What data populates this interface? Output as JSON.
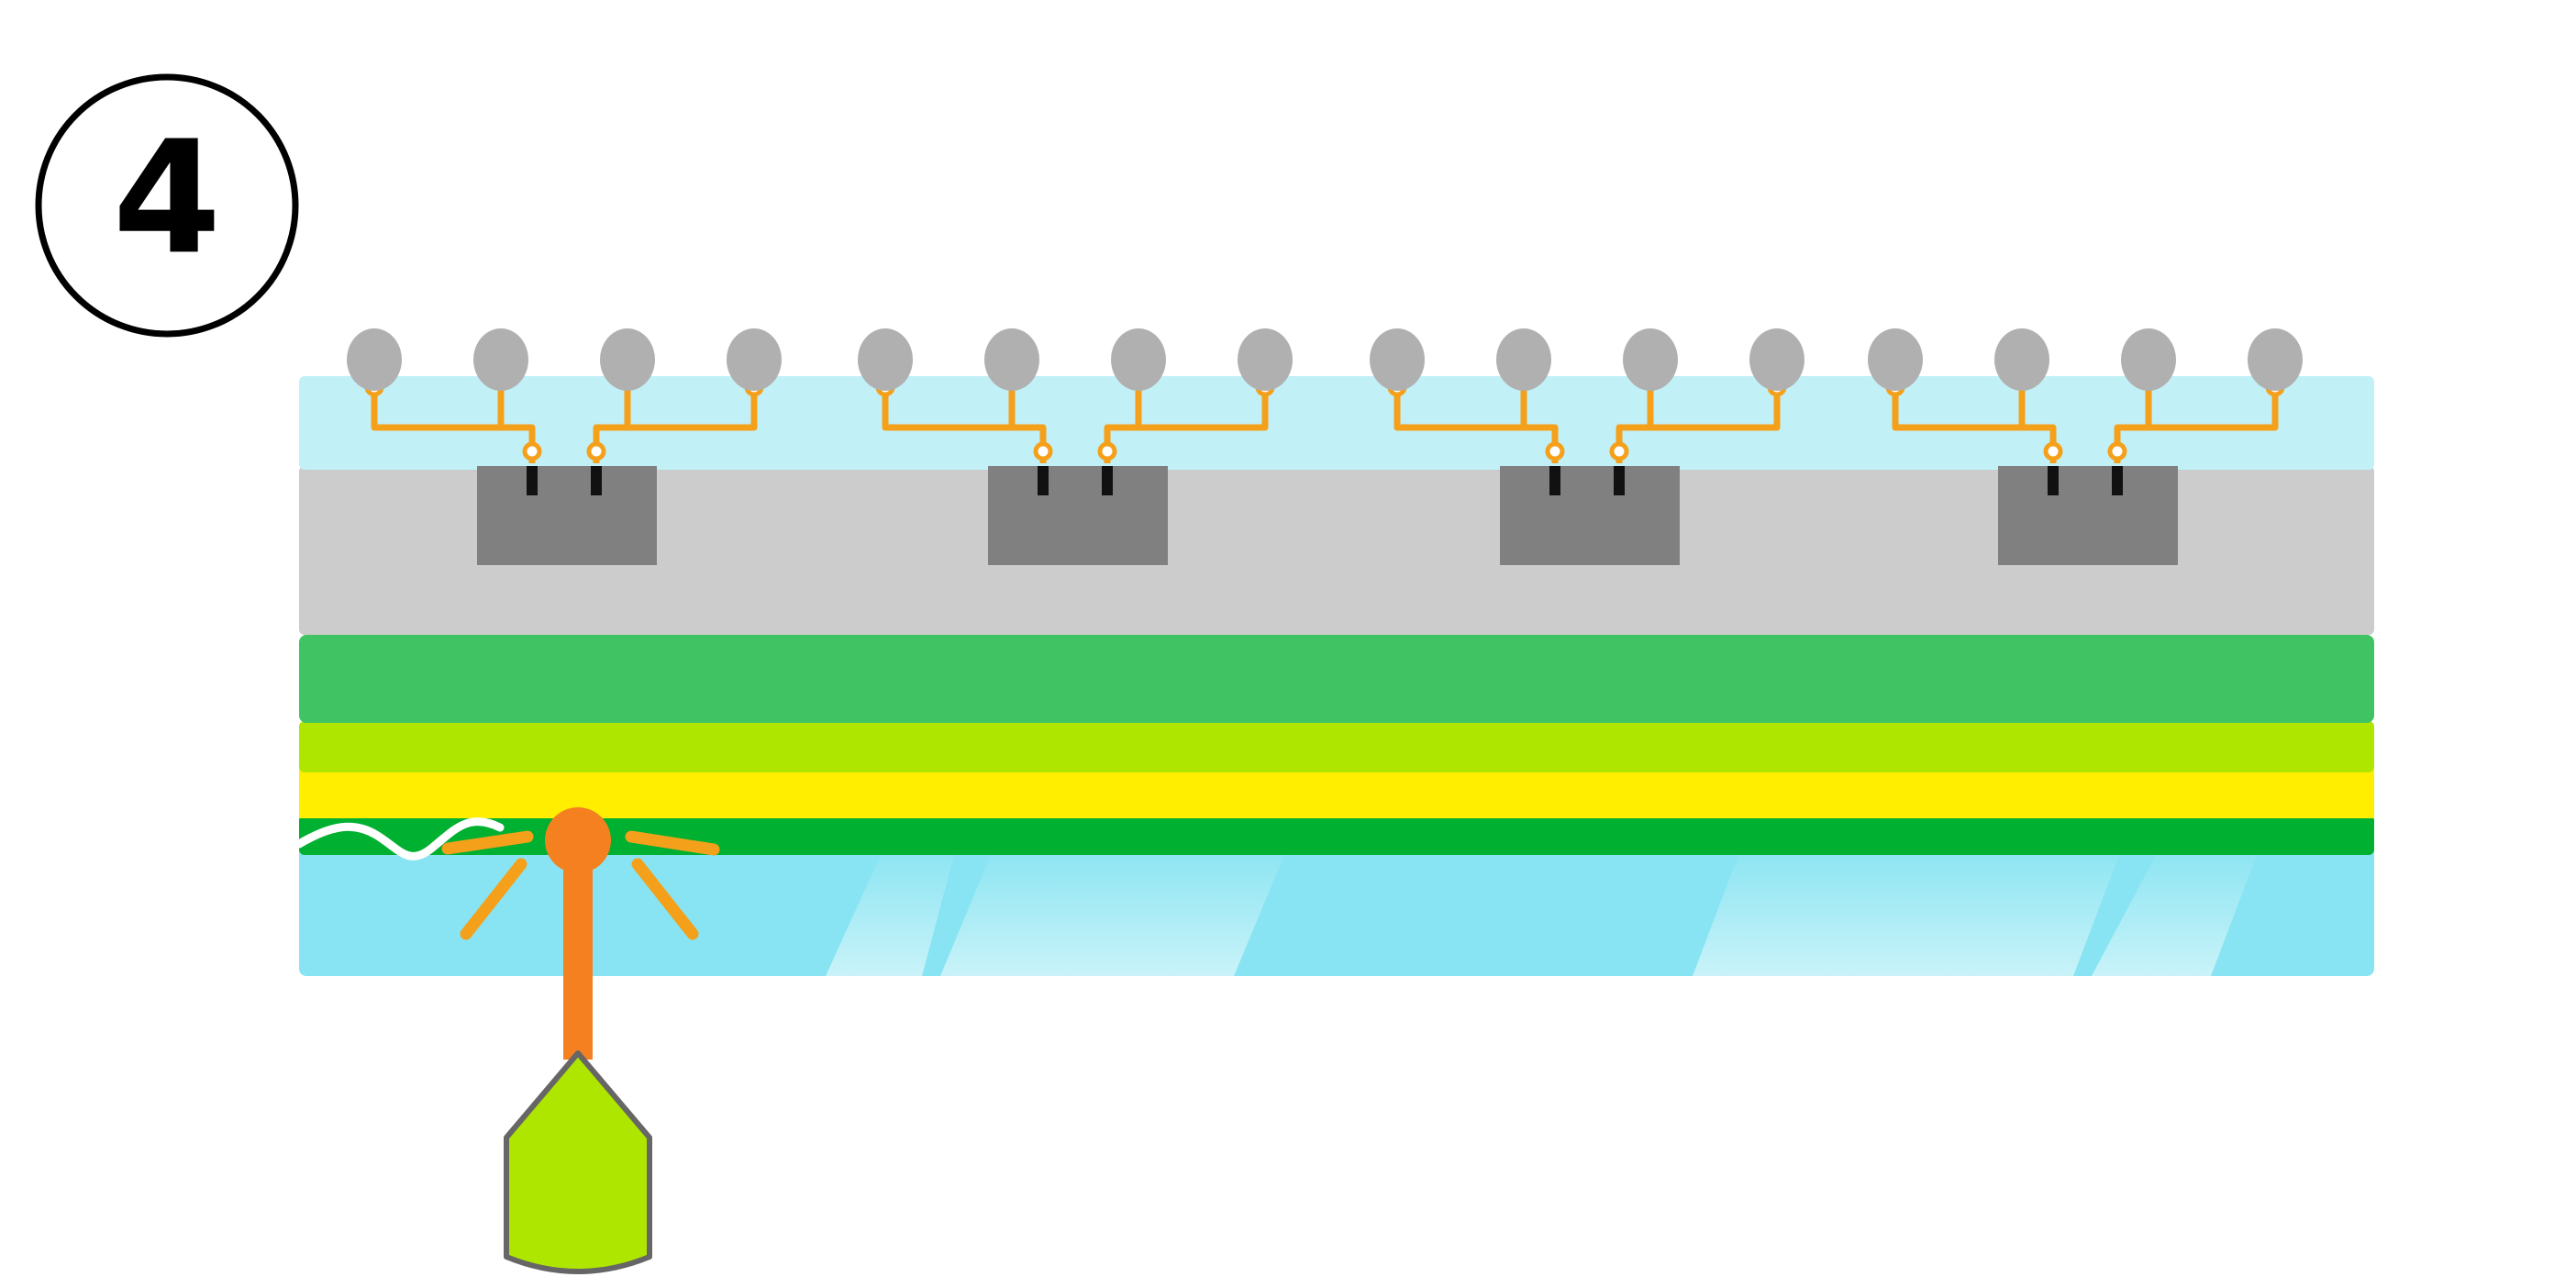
{
  "step": {
    "number": "4"
  },
  "colors": {
    "redistribution_layer": "#c2f0f7",
    "chip_layer": "#cccccc",
    "chip_die": "#808080",
    "die_pad": "#111111",
    "bump": "#b0b0b0",
    "trace": "#f5a01a",
    "layer_green": "#40c463",
    "layer_lime": "#aee600",
    "layer_yellow": "#ffee00",
    "layer_dark_green": "#00b030",
    "glass_carrier": "#88e4f2",
    "laser": "#f58020",
    "laser_head": "#aee600",
    "release_wave": "#ffffff"
  },
  "diagram": {
    "die_count": 4,
    "bumps_per_die": 4
  }
}
